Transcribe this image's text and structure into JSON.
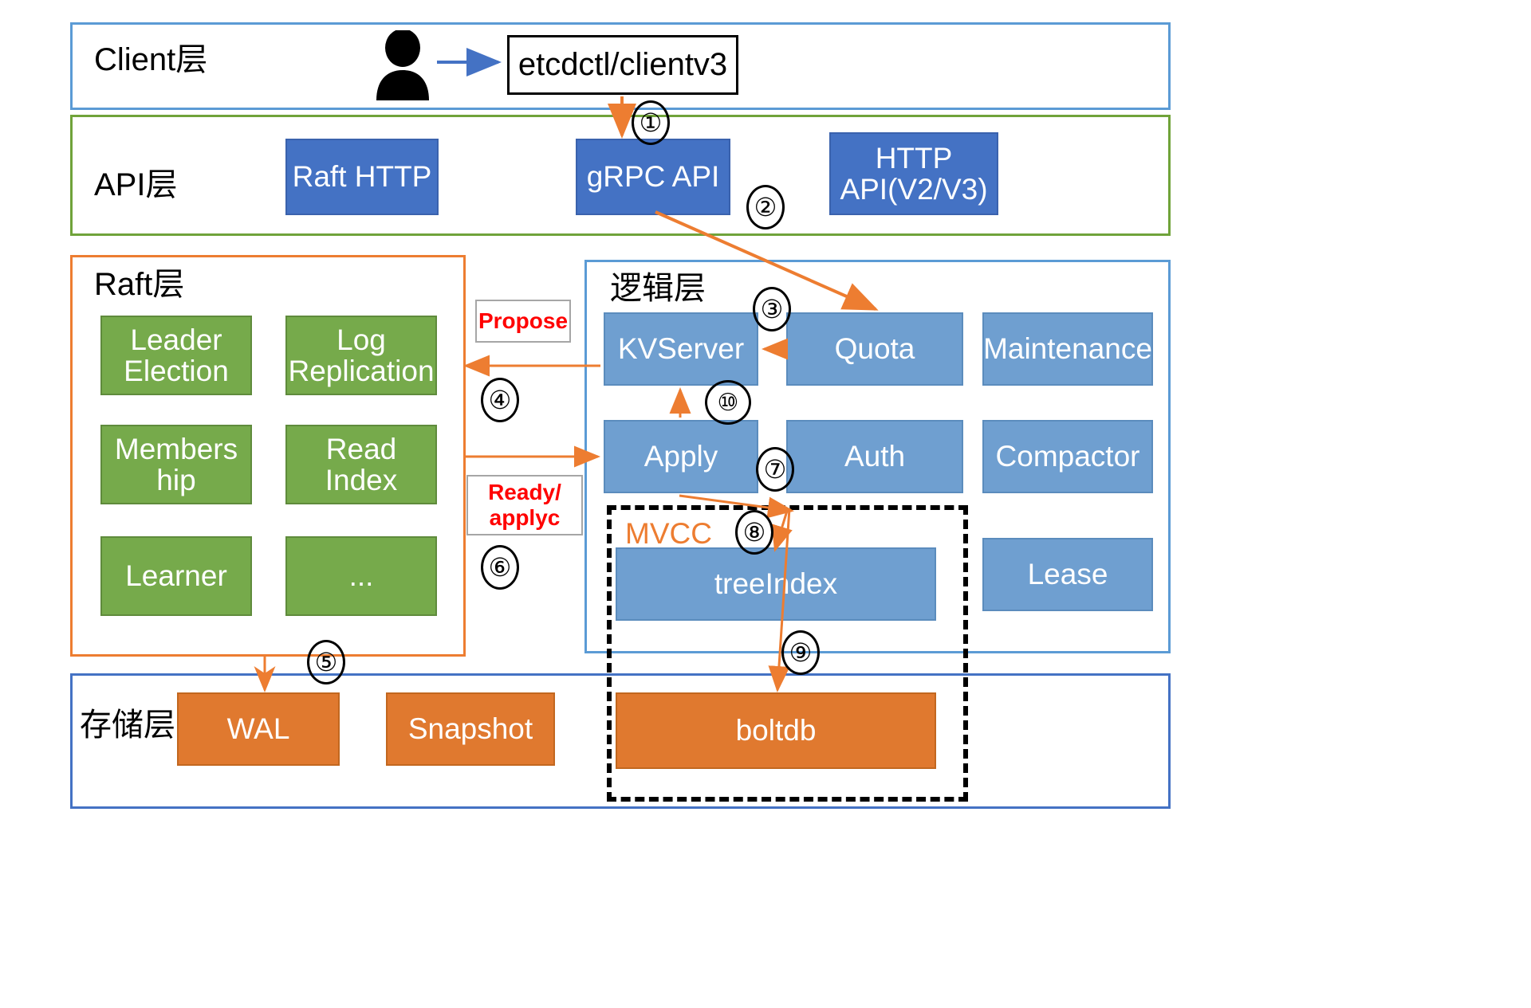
{
  "diagram": {
    "title": "etcd architecture layers",
    "colors": {
      "client_frame": "#5b9bd5",
      "api_frame": "#70a33a",
      "raft_frame": "#ed7d31",
      "logic_frame": "#5b9bd5",
      "storage_frame": "#4472c4",
      "api_node": "#4472c4",
      "raft_node": "#76aa4b",
      "logic_node": "#6f9fd0",
      "storage_node": "#e0792f",
      "arrow": "#ed7d31",
      "client_arrow": "#4472c4",
      "label_red": "#ff0000",
      "mvcc_label": "#ed7d31"
    }
  },
  "layers": {
    "client": {
      "title": "Client层",
      "actor_icon": "person-icon",
      "client_box": "etcdctl/clientv3"
    },
    "api": {
      "title": "API层",
      "nodes": [
        {
          "label": "Raft HTTP"
        },
        {
          "label": "gRPC API"
        },
        {
          "label_line1": "HTTP",
          "label_line2": "API(V2/V3)"
        }
      ]
    },
    "raft": {
      "title": "Raft层",
      "nodes": [
        {
          "label_line1": "Leader",
          "label_line2": "Election"
        },
        {
          "label_line1": "Log",
          "label_line2": "Replication"
        },
        {
          "label_line1": "Members",
          "label_line2": "hip"
        },
        {
          "label_line1": "Read",
          "label_line2": "Index"
        },
        {
          "label_line1": "Learner",
          "label_line2": ""
        },
        {
          "label_line1": "...",
          "label_line2": ""
        }
      ]
    },
    "logic": {
      "title": "逻辑层",
      "nodes": [
        {
          "label": "KVServer"
        },
        {
          "label": "Quota"
        },
        {
          "label": "Maintenance"
        },
        {
          "label": "Apply"
        },
        {
          "label": "Auth"
        },
        {
          "label": "Compactor"
        },
        {
          "label": "Lease"
        },
        {
          "label": "treeIndex"
        }
      ],
      "mvcc_label": "MVCC"
    },
    "storage": {
      "title": "存储层",
      "nodes": [
        {
          "label": "WAL"
        },
        {
          "label": "Snapshot"
        },
        {
          "label": "boltdb"
        }
      ]
    }
  },
  "annotations": {
    "propose": "Propose",
    "ready_apply_line1": "Ready/",
    "ready_apply_line2": "applyc",
    "steps": [
      "①",
      "②",
      "③",
      "④",
      "⑤",
      "⑥",
      "⑦",
      "⑧",
      "⑨",
      "⑩"
    ],
    "step_numbers": [
      "1",
      "2",
      "3",
      "4",
      "5",
      "6",
      "7",
      "8",
      "9",
      "10"
    ]
  }
}
